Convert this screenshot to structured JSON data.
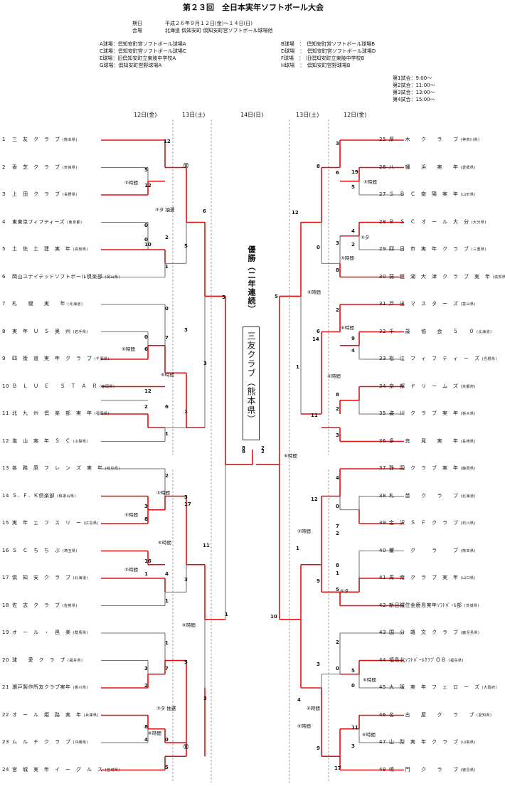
{
  "title": "第２３回　全日本実年ソフトボール大会",
  "period_label": "期日",
  "period": "平成２６年９月１２日(金)～１４日(日)",
  "venue_label": "会場",
  "venue": "北海道 倶知安町 倶知安町営ソフトボール球場他",
  "fields": {
    "left": [
      "A球場：倶知安町営ソフトボール球場A",
      "C球場：倶知安町営ソフトボール球場C",
      "E球場：旧倶知安町立東陵中学校A",
      "G球場：倶知安町営野球場A"
    ],
    "right": [
      "B球場　：　倶知安町営ソフトボール球場B",
      "D球場　：　倶知安町営ソフトボール球場D",
      "F球場　：　旧倶知安町立東陵中学校B",
      "H球場　：　倶知安町営野球場B"
    ]
  },
  "game_times": [
    "第1試合：9:00～",
    "第2試合：11:00～",
    "第3試合：13:00～",
    "第4試合：15:00～"
  ],
  "days": {
    "left": [
      "12日(金)",
      "13日(土)"
    ],
    "center": "14日(日)",
    "right": [
      "13日(土)",
      "12日(金)"
    ]
  },
  "teams": [
    {
      "no": "1",
      "name": "三　友　ク　ラ　ブ",
      "pref": "(熊本県)"
    },
    {
      "no": "2",
      "name": "香　芝　ク　ラ　ブ",
      "pref": "(奈良県)"
    },
    {
      "no": "3",
      "name": "上　田　ク　ラ　ブ",
      "pref": "(長野県)"
    },
    {
      "no": "4",
      "name": "東東京フィフティーズ",
      "pref": "(東京都)"
    },
    {
      "no": "5",
      "name": "土　佐　土　建　実　年",
      "pref": "(高知県)"
    },
    {
      "no": "6",
      "name": "岡山ユナイテッドソフトボール倶楽部",
      "pref": "(岡山県)"
    },
    {
      "no": "7",
      "name": "札　　幌　　実　　年",
      "pref": "(北海道)"
    },
    {
      "no": "8",
      "name": "実　年　Ｕ　Ｓ　奥　州",
      "pref": "(岩手県)"
    },
    {
      "no": "9",
      "name": "四　街　道　実　年　ク　ラ　ブ",
      "pref": "(千葉県)"
    },
    {
      "no": "10",
      "name": "Ｂ　Ｌ　Ｕ　Ｅ　　Ｓ　Ｔ　Ａ　Ｒ",
      "pref": "(静岡県)"
    },
    {
      "no": "11",
      "name": "北　九　州　倶　楽　部　実　年",
      "pref": "(福岡県)"
    },
    {
      "no": "12",
      "name": "塩　山　実　年　Ｓ　Ｃ",
      "pref": "(山梨県)"
    },
    {
      "no": "13",
      "name": "各　務　原　フ　レ　ン　ズ　実　年",
      "pref": "(岐阜県)"
    },
    {
      "no": "14",
      "name": "Ｓ．Ｆ．Ｋ倶楽部",
      "pref": "(和歌山県)"
    },
    {
      "no": "15",
      "name": "実　年　ェ　フ　ス　リ　ー",
      "pref": "(広島県)"
    },
    {
      "no": "16",
      "name": "Ｓ　Ｃ　ち　ち　ぶ",
      "pref": "(埼玉県)"
    },
    {
      "no": "17",
      "name": "倶　知　安　ク　ラ　ブ",
      "pref": "(北海道)"
    },
    {
      "no": "18",
      "name": "佐　志　ク　ラ　ブ",
      "pref": "(佐賀県)"
    },
    {
      "no": "19",
      "name": "オ　ー　ル　・　邑　楽",
      "pref": "(群馬県)"
    },
    {
      "no": "20",
      "name": "球　　愛　ク　ラ　ブ",
      "pref": "(福井県)"
    },
    {
      "no": "21",
      "name": "瀬戸製作所友クラブ実年",
      "pref": "(香川県)"
    },
    {
      "no": "22",
      "name": "オ　ー　ル　姫　路　実　年",
      "pref": "(兵庫県)"
    },
    {
      "no": "23",
      "name": "ム　ル　チ　ク　ラ　ブ",
      "pref": "(沖縄県)"
    },
    {
      "no": "24",
      "name": "宮　城　実　年　イ　ー　グ　ル　ス",
      "pref": "(宮城県)"
    },
    {
      "no": "25",
      "name": "厚　　木　　ク　　ラ　　ブ",
      "pref": "(神奈川県)"
    },
    {
      "no": "26",
      "name": "八　　幡　　浜　　実　　年",
      "pref": "(愛媛県)"
    },
    {
      "no": "27",
      "name": "Ｓ　Ｂ　Ｃ　南　陽　実　年",
      "pref": "(山形県)"
    },
    {
      "no": "28",
      "name": "Ｂ　Ｓ　Ｃ　オ　ー　ル　大　分",
      "pref": "(大分県)"
    },
    {
      "no": "29",
      "name": "四　日　市　実　年　ク　ラ　ブ",
      "pref": "(三重県)"
    },
    {
      "no": "30",
      "name": "琵　琶　湖　大　津　ク　ラ　ブ　実　年",
      "pref": "(滋賀県)"
    },
    {
      "no": "31",
      "name": "戸　出　マ　ス　タ　ー　ズ",
      "pref": "(富山県)"
    },
    {
      "no": "32",
      "name": "千　　歳　　協　　会　　５　　０",
      "pref": "(北海道)"
    },
    {
      "no": "33",
      "name": "松　江　フ　ィ　フ　テ　ィ　ー　ズ",
      "pref": "(島根県)"
    },
    {
      "no": "34",
      "name": "京　都　ド　リ　ー　ム　ズ",
      "pref": "(京都府)"
    },
    {
      "no": "35",
      "name": "姿　川　ク　ラ　ブ　実　年",
      "pref": "(栃木県)"
    },
    {
      "no": "36",
      "name": "多　　良　　見　　実　　年",
      "pref": "(長崎県)"
    },
    {
      "no": "37",
      "name": "静　岡　ク　ラ　ブ　実　年",
      "pref": "(静岡県)"
    },
    {
      "no": "38",
      "name": "札　　苗　　ク　　ラ　　ブ",
      "pref": "(北海道)"
    },
    {
      "no": "39",
      "name": "金　沢　Ｓ　Ｆ　ク　ラ　ブ",
      "pref": "(石川県)"
    },
    {
      "no": "40",
      "name": "響　　　ク　　　ラ　　　ブ",
      "pref": "(熊本県)"
    },
    {
      "no": "41",
      "name": "周　南　ク　ラ　ブ　実　年",
      "pref": "(山口県)"
    },
    {
      "no": "42",
      "name": "新日鐵住金鹿島実年ｿﾌﾄﾎﾞｰﾙ部",
      "pref": "(茨城県)"
    },
    {
      "no": "43",
      "name": "国　分　颯　文　ク　ラ　ブ",
      "pref": "(鹿児島県)"
    },
    {
      "no": "44",
      "name": "福島北ｿﾌﾄﾎﾞｰﾙｸﾗﾌﾞＯＢ",
      "pref": "(福島県)"
    },
    {
      "no": "45",
      "name": "大　阪　実　年　フ　ェ　ロ　ー　ズ",
      "pref": "(大阪府)"
    },
    {
      "no": "46",
      "name": "名　　古　　屋　　ク　　ラ　　ブ",
      "pref": "(愛知県)"
    },
    {
      "no": "47",
      "name": "山　梨　実　年　ク　ラ　ブ",
      "pref": "(山梨県)"
    },
    {
      "no": "48",
      "name": "鳴　　門　　ク　　ラ　　ブ",
      "pref": "(徳島県)"
    }
  ],
  "scores": [
    {
      "v": "12",
      "side": "w"
    },
    {
      "v": "5",
      "side": "w"
    },
    {
      "v": "12",
      "side": "w"
    },
    {
      "v": "0",
      "side": "l"
    },
    {
      "v": "0",
      "side": "l"
    },
    {
      "v": "10",
      "side": "w"
    },
    {
      "v": "2",
      "side": "l"
    },
    {
      "v": "1",
      "side": "l"
    },
    {
      "v": "6",
      "side": "w"
    },
    {
      "v": "5",
      "side": "l"
    },
    {
      "v": "0",
      "side": "l"
    },
    {
      "v": "0",
      "side": "l"
    },
    {
      "v": "6",
      "side": "w"
    },
    {
      "v": "7",
      "side": "w"
    },
    {
      "v": "3",
      "side": "l"
    },
    {
      "v": "3",
      "side": "w"
    },
    {
      "v": "12",
      "side": "w"
    },
    {
      "v": "2",
      "side": "l"
    },
    {
      "v": "6",
      "side": "w"
    },
    {
      "v": "1",
      "side": "l"
    },
    {
      "v": "1",
      "side": "l"
    },
    {
      "v": "5",
      "side": "w"
    },
    {
      "v": "2",
      "side": "l"
    },
    {
      "v": "3",
      "side": "l"
    },
    {
      "v": "8",
      "side": "w"
    },
    {
      "v": "17",
      "side": "w"
    },
    {
      "v": "3",
      "side": "l"
    },
    {
      "v": "16",
      "side": "w"
    },
    {
      "v": "1",
      "side": "l"
    },
    {
      "v": "4",
      "side": "w"
    },
    {
      "v": "3",
      "side": "l"
    },
    {
      "v": "1",
      "side": "l"
    },
    {
      "v": "11",
      "side": "w"
    },
    {
      "v": "1",
      "side": "l"
    },
    {
      "v": "3",
      "side": "w"
    },
    {
      "v": "7",
      "side": "w"
    },
    {
      "v": "2",
      "side": "l"
    },
    {
      "v": "5",
      "side": "w"
    },
    {
      "v": "3",
      "side": "l"
    },
    {
      "v": "8",
      "side": "w"
    },
    {
      "v": "4",
      "side": "l"
    },
    {
      "v": "0",
      "side": "l"
    },
    {
      "v": "5",
      "side": "w"
    },
    {
      "v": "1",
      "side": "l"
    },
    {
      "v": "8",
      "side": "w"
    },
    {
      "v": "2",
      "side": "l"
    },
    {
      "v": "3",
      "side": "l"
    },
    {
      "v": "8",
      "side": "w"
    },
    {
      "v": "6",
      "side": "w"
    },
    {
      "v": "19",
      "side": "w"
    },
    {
      "v": "5",
      "side": "l"
    },
    {
      "v": "12",
      "side": "w"
    },
    {
      "v": "4",
      "side": "w"
    },
    {
      "v": "2",
      "side": "l"
    },
    {
      "v": "3",
      "side": "l"
    },
    {
      "v": "0",
      "side": "l"
    },
    {
      "v": "8",
      "side": "w"
    },
    {
      "v": "5",
      "side": "w"
    },
    {
      "v": "2",
      "side": "l"
    },
    {
      "v": "6",
      "side": "w"
    },
    {
      "v": "14",
      "side": "w"
    },
    {
      "v": "4",
      "side": "l"
    },
    {
      "v": "9",
      "side": "w"
    },
    {
      "v": "1",
      "side": "l"
    },
    {
      "v": "8",
      "side": "w"
    },
    {
      "v": "2",
      "side": "l"
    },
    {
      "v": "11",
      "side": "w"
    },
    {
      "v": "3",
      "side": "w"
    },
    {
      "v": "4",
      "side": "w"
    },
    {
      "v": "12",
      "side": "w"
    },
    {
      "v": "0",
      "side": "l"
    },
    {
      "v": "7",
      "side": "w"
    },
    {
      "v": "2",
      "side": "l"
    },
    {
      "v": "8",
      "side": "w"
    },
    {
      "v": "1",
      "side": "l"
    },
    {
      "v": "5",
      "side": "l"
    },
    {
      "v": "9",
      "side": "w"
    },
    {
      "v": "1",
      "side": "l"
    },
    {
      "v": "10",
      "side": "w"
    },
    {
      "v": "2",
      "side": "l"
    },
    {
      "v": "0",
      "side": "l"
    },
    {
      "v": "3",
      "side": "l"
    },
    {
      "v": "5",
      "side": "w"
    },
    {
      "v": "0",
      "side": "l"
    },
    {
      "v": "4",
      "side": "w"
    },
    {
      "v": "11",
      "side": "w"
    },
    {
      "v": "3",
      "side": "w"
    },
    {
      "v": "9",
      "side": "w"
    },
    {
      "v": "17",
      "side": "w"
    }
  ],
  "notes": [
    "⑤時間",
    "③タ 抽選",
    "⑥時間",
    "⑥時間",
    "⑤時間",
    "⑤時間",
    "⑥時間",
    "⑤時間",
    "⑥時間",
    "③タ 抽選",
    "⑥時間",
    "⑤時間",
    "⑤タ",
    "⑤時間",
    "⑥時間",
    "⑥時間",
    "⑤時間",
    "⑥時間",
    "⑤時間",
    "⑤タ",
    "⑥時間",
    "⑥時間",
    "⑥時間",
    "⑥時間"
  ],
  "circled": [
    "⑫",
    "⑫"
  ],
  "final": {
    "left": "8",
    "right": "2"
  },
  "champion_label": "優勝（二年連続）",
  "champion_team": "三友クラブ（熊本県）"
}
